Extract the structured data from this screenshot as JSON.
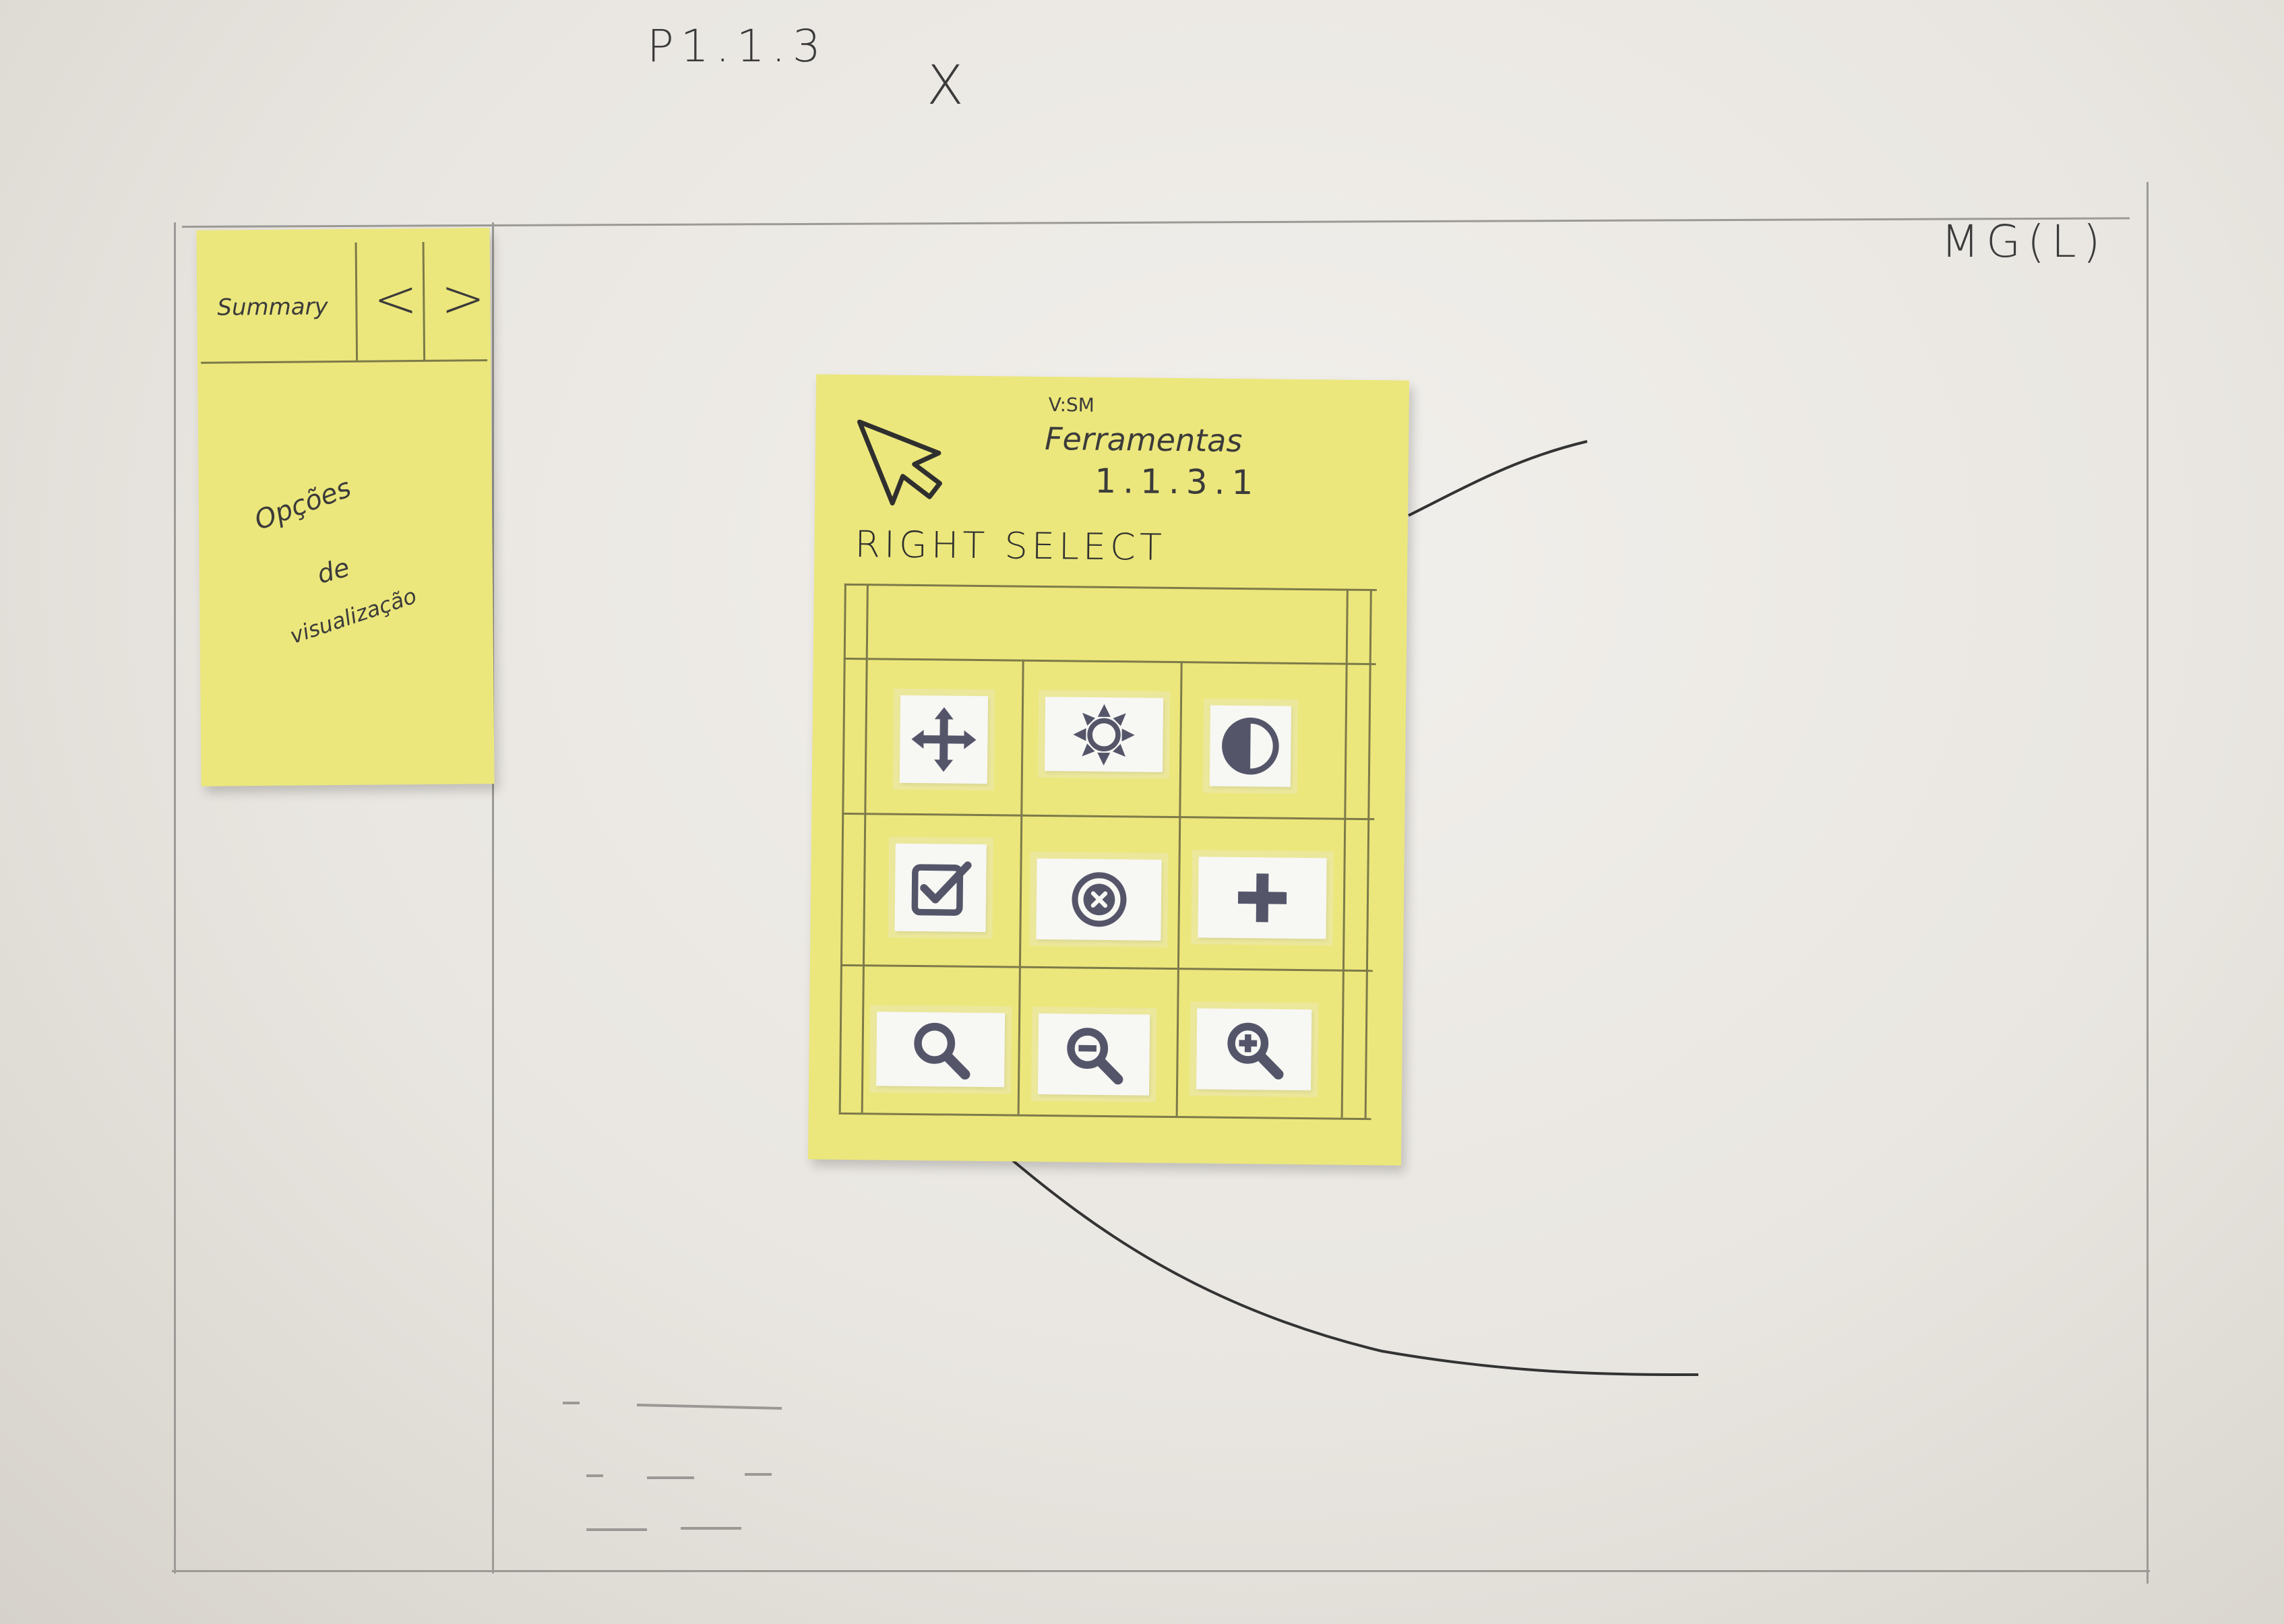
{
  "page": {
    "id_label": "P1.1.3",
    "cross_mark": "X",
    "corner_label": "MG(L)"
  },
  "side_note": {
    "header_title": "Summary",
    "prev_arrow": "<",
    "next_arrow": ">",
    "body_line1": "Opções",
    "body_line2": "de",
    "body_line3": "visualização"
  },
  "tool_note": {
    "title_small": "V:SM",
    "title_main": "Ferramentas",
    "title_number": "1.1.3.1",
    "select_label": "RIGHT SELECT",
    "tools": [
      {
        "icon": "move-arrows-icon"
      },
      {
        "icon": "brightness-sun-icon"
      },
      {
        "icon": "contrast-circle-icon"
      },
      {
        "icon": "checkbox-icon"
      },
      {
        "icon": "cancel-circle-icon"
      },
      {
        "icon": "plus-icon"
      },
      {
        "icon": "search-magnifier-icon"
      },
      {
        "icon": "zoom-out-icon"
      },
      {
        "icon": "zoom-in-icon"
      }
    ]
  },
  "colors": {
    "postit": "#ece77c",
    "ink": "#3b3b3b",
    "icon_glyph": "#55556a"
  }
}
